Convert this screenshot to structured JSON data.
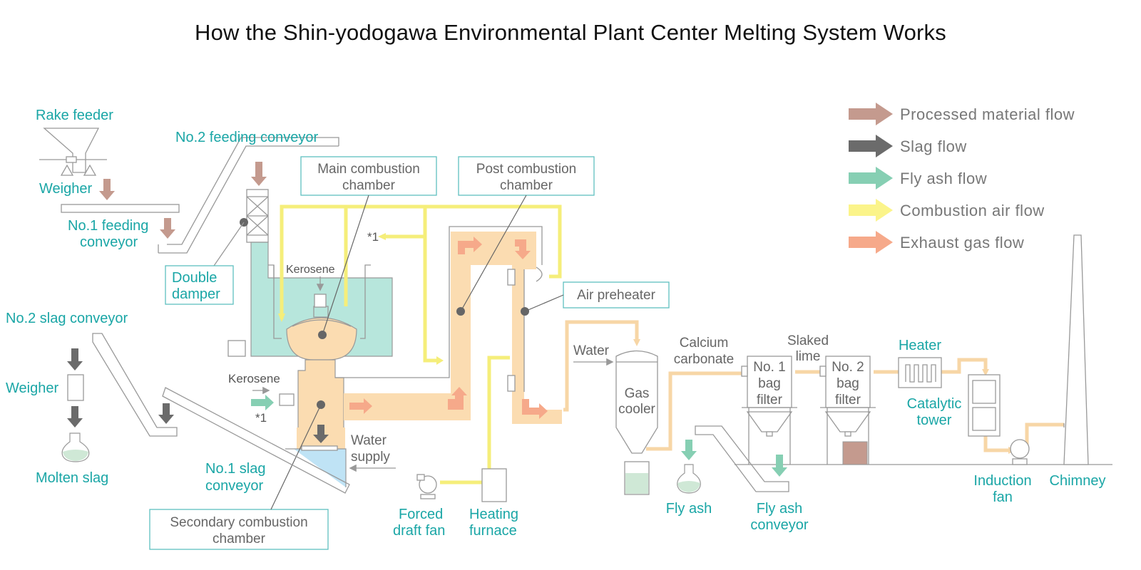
{
  "title": "How the Shin-yodogawa Environmental Plant Center Melting System Works",
  "legend": [
    {
      "label": "Processed material flow",
      "color": "#c49a8e"
    },
    {
      "label": "Slag flow",
      "color": "#6b6b6b"
    },
    {
      "label": "Fly ash flow",
      "color": "#86cfb3"
    },
    {
      "label": "Combustion air flow",
      "color": "#fbf48a"
    },
    {
      "label": "Exhaust gas flow",
      "color": "#f6a98a"
    }
  ],
  "labels": {
    "rake_feeder": "Rake feeder",
    "weigher_top": "Weigher",
    "no2_feeding_conveyor": "No.2 feeding conveyor",
    "no1_feeding_conveyor_1": "No.1 feeding",
    "no1_feeding_conveyor_2": "conveyor",
    "double_damper_1": "Double",
    "double_damper_2": "damper",
    "main_combustion_1": "Main combustion",
    "main_combustion_2": "chamber",
    "post_combustion_1": "Post combustion",
    "post_combustion_2": "chamber",
    "air_preheater": "Air preheater",
    "kerosene_top": "Kerosene",
    "kerosene_side": "Kerosene",
    "note_1a": "*1",
    "note_1b": "*1",
    "no2_slag_conveyor": "No.2 slag conveyor",
    "weigher_slag": "Weigher",
    "molten_slag": "Molten slag",
    "no1_slag_1": "No.1 slag",
    "no1_slag_2": "conveyor",
    "secondary_combustion_1": "Secondary combustion",
    "secondary_combustion_2": "chamber",
    "water_supply_1": "Water",
    "water_supply_2": "supply",
    "forced_draft_1": "Forced",
    "forced_draft_2": "draft fan",
    "heating_furnace_1": "Heating",
    "heating_furnace_2": "furnace",
    "water": "Water",
    "gas_cooler_1": "Gas",
    "gas_cooler_2": "cooler",
    "calcium_1": "Calcium",
    "calcium_2": "carbonate",
    "slaked_1": "Slaked",
    "slaked_2": "lime",
    "bag1_1": "No. 1",
    "bag1_2": "bag",
    "bag1_3": "filter",
    "bag2_1": "No. 2",
    "bag2_2": "bag",
    "bag2_3": "filter",
    "heater": "Heater",
    "catalytic_1": "Catalytic",
    "catalytic_2": "tower",
    "fly_ash": "Fly ash",
    "fly_ash_conveyor_1": "Fly ash",
    "fly_ash_conveyor_2": "conveyor",
    "induction_1": "Induction",
    "induction_2": "fan",
    "chimney": "Chimney"
  }
}
